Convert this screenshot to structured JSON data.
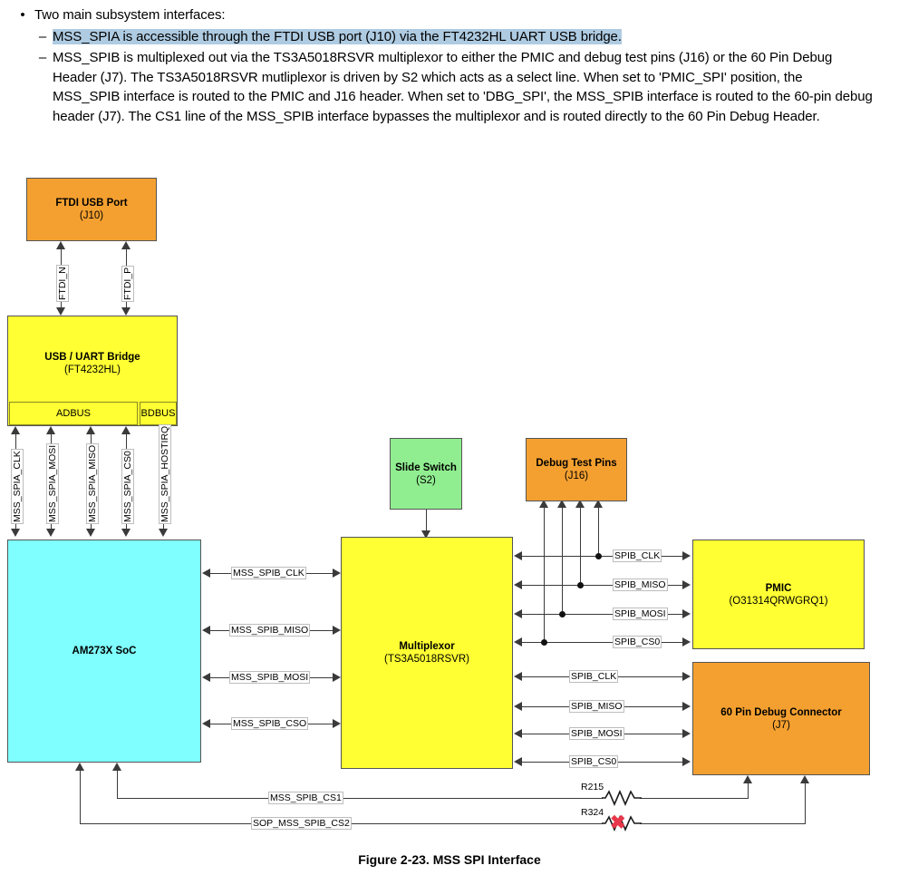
{
  "document": {
    "bullet_marker": "•",
    "dash_marker": "–",
    "intro": "Two main subsystem interfaces:",
    "item1": "MSS_SPIA is accessible through the FTDI USB port (J10) via the FT4232HL UART USB bridge.",
    "item2": "MSS_SPIB is multiplexed out via the TS3A5018RSVR multiplexor to either the PMIC and debug test pins (J16) or the 60 Pin Debug Header (J7). The TS3A5018RSVR mutliplexor is driven by S2 which acts as a select line. When set to 'PMIC_SPI' position, the MSS_SPIB interface is routed to the PMIC and J16 header. When set to 'DBG_SPI', the MSS_SPIB interface is routed to the 60-pin debug header (J7). The CS1 line of the MSS_SPIB interface bypasses the multiplexor and is routed directly to the 60 Pin Debug Header.",
    "highlight_color": "#aecbe2"
  },
  "figure": {
    "caption": "Figure 2-23. MSS SPI Interface"
  },
  "colors": {
    "orange": "#F4A030",
    "yellow": "#FFFF33",
    "cyan": "#7FFFFF",
    "green": "#90EE90",
    "line": "#3a3a3a",
    "x_mark": "#e8374a"
  },
  "blocks": {
    "ftdi_usb_port": {
      "title": "FTDI USB Port",
      "sub": "(J10)",
      "color": "#F4A030"
    },
    "usb_uart_bridge": {
      "title": "USB / UART Bridge",
      "sub": "(FT4232HL)",
      "color": "#FFFF33"
    },
    "adbus": {
      "label": "ADBUS"
    },
    "bdbus": {
      "label": "BDBUS"
    },
    "soc": {
      "title": "AM273X SoC",
      "sub": "",
      "color": "#7FFFFF"
    },
    "slide_switch": {
      "title": "Slide Switch",
      "sub": "(S2)",
      "color": "#90EE90"
    },
    "multiplexor": {
      "title": "Multiplexor",
      "sub": "(TS3A5018RSVR)",
      "color": "#FFFF33"
    },
    "debug_test_pins": {
      "title": "Debug Test Pins",
      "sub": "(J16)",
      "color": "#F4A030"
    },
    "pmic": {
      "title": "PMIC",
      "sub": "(O31314QRWGRQ1)",
      "color": "#FFFF33"
    },
    "debug_connector": {
      "title": "60 Pin Debug Connector",
      "sub": "(J7)",
      "color": "#F4A030"
    }
  },
  "signals": {
    "ftdi_n": "FTDI_N",
    "ftdi_p": "FTDI_P",
    "spia": [
      "MSS_SPIA_CLK",
      "MSS_SPIA_MOSI",
      "MSS_SPIA_MISO",
      "MSS_SPIA_CS0",
      "MSS_SPIA_HOSTIRQ"
    ],
    "spib_soc_mux": [
      "MSS_SPIB_CLK",
      "MSS_SPIB_MISO",
      "MSS_SPIB_MOSI",
      "MSS_SPIB_CSO"
    ],
    "spib_pmic": [
      "SPIB_CLK",
      "SPIB_MISO",
      "SPIB_MOSI",
      "SPIB_CS0"
    ],
    "spib_debug": [
      "SPIB_CLK",
      "SPIB_MISO",
      "SPIB_MOSI",
      "SPIB_CS0"
    ],
    "bypass": [
      "MSS_SPIB_CS1",
      "SOP_MSS_SPIB_CS2"
    ]
  },
  "components": {
    "r215": "R215",
    "r324": "R324",
    "x_symbol": "✖"
  }
}
